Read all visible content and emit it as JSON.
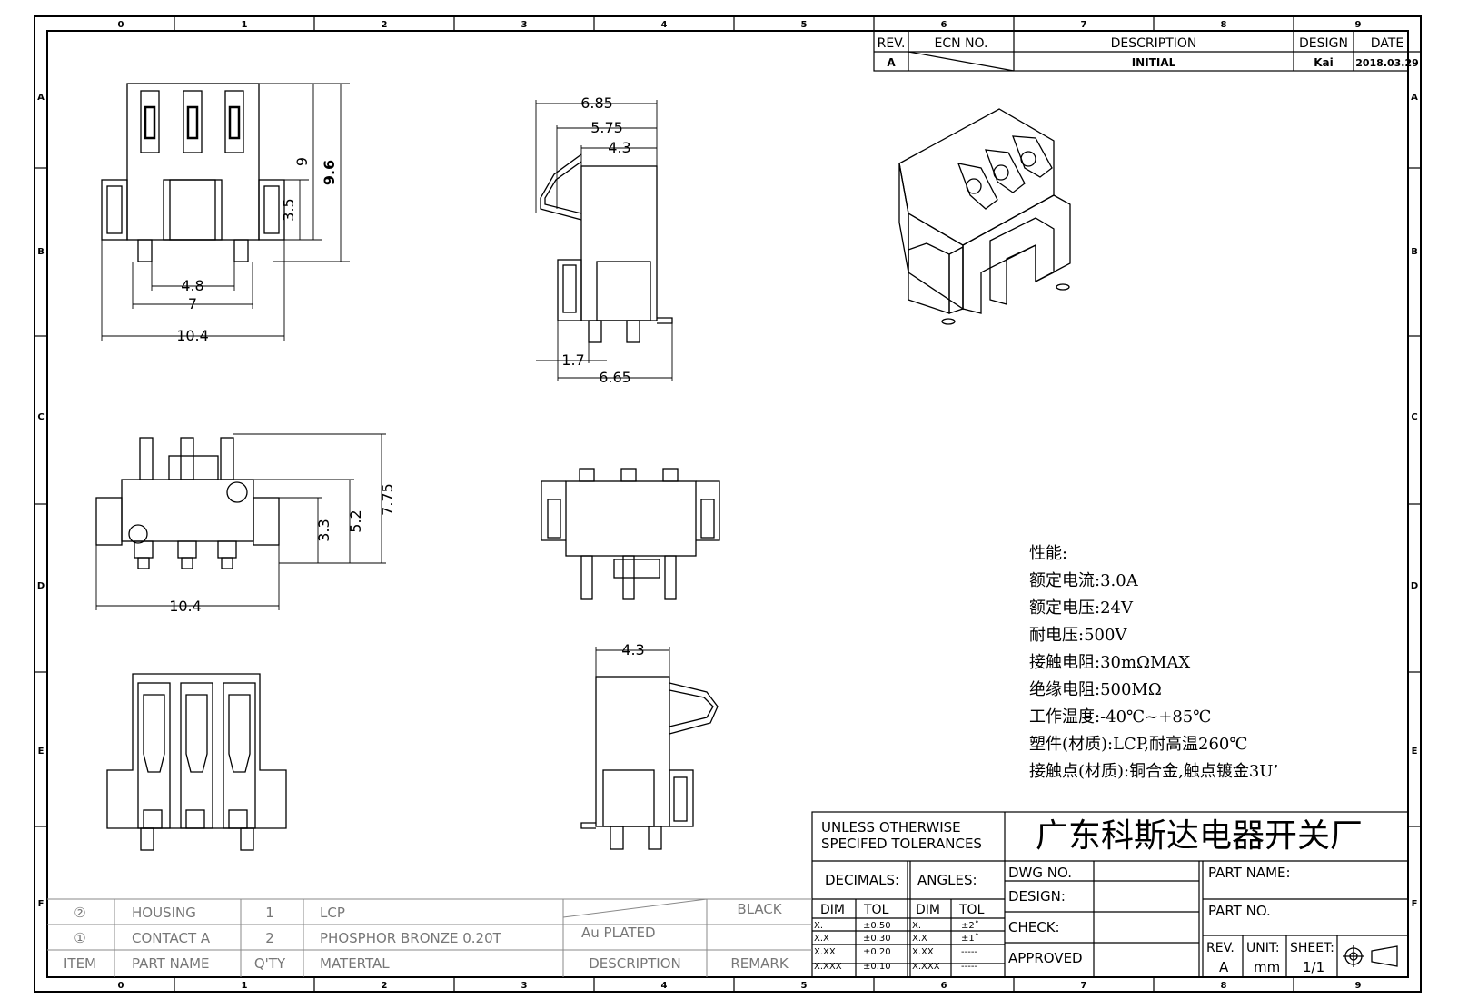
{
  "title_block": {
    "company": "广东科斯达电器开关厂",
    "unless": "UNLESS OTHERWISE",
    "specified": "SPECIFED TOLERANCES",
    "decimals": "DECIMALS:",
    "angles": "ANGLES:",
    "dim": "DIM",
    "tol": "TOL",
    "dec_rows": [
      [
        "X.",
        "±0.50"
      ],
      [
        "X.X",
        "±0.30"
      ],
      [
        "X.XX",
        "±0.20"
      ],
      [
        "X.XXX",
        "±0.10"
      ]
    ],
    "ang_rows": [
      [
        "X.",
        "±2˚"
      ],
      [
        "X.X",
        "±1˚"
      ],
      [
        "X.XX",
        "-----"
      ],
      [
        "X.XXX",
        "-----"
      ]
    ],
    "dwg_no": "DWG NO.",
    "design": "DESIGN:",
    "check": "CHECK:",
    "approved": "APPROVED",
    "part_name": "PART NAME:",
    "part_no": "PART NO.",
    "rev_label": "REV.",
    "rev_value": "A",
    "unit_label": "UNIT:",
    "unit_value": "mm",
    "sheet_label": "SHEET:",
    "sheet_value": "1/1"
  },
  "revision_block": {
    "headers": [
      "REV.",
      "ECN NO.",
      "DESCRIPTION",
      "DESIGN",
      "DATE"
    ],
    "row": [
      "A",
      "",
      "INITIAL",
      "Kai",
      "2018.03.29"
    ]
  },
  "bom": {
    "rows": [
      {
        "item": "②",
        "part": "HOUSING",
        "qty": "1",
        "material": "LCP",
        "desc": "",
        "remark": "BLACK"
      },
      {
        "item": "①",
        "part": "CONTACT A",
        "qty": "2",
        "material": "PHOSPHOR BRONZE 0.20T",
        "desc": "Au PLATED",
        "remark": ""
      }
    ],
    "header": {
      "item": "ITEM",
      "part": "PART NAME",
      "qty": "Q'TY",
      "material": "MATERTAL",
      "desc": "DESCRIPTION",
      "remark": "REMARK"
    }
  },
  "specs": [
    "性能:",
    "额定电流:3.0A",
    "额定电压:24V",
    "耐电压:500V",
    "接触电阻:30mΩMAX",
    "绝缘电阻:500MΩ",
    "工作温度:-40℃~+85℃",
    "塑件(材质):LCP,耐高温260℃",
    "接触点(材质):铜合金,触点镀金3U’"
  ],
  "zones": {
    "cols_top": [
      "0",
      "1",
      "2",
      "3",
      "4",
      "5",
      "6",
      "7",
      "8",
      "9"
    ],
    "cols_bottom": [
      "0",
      "1",
      "2",
      "3",
      "4",
      "5",
      "6",
      "7",
      "8",
      "9"
    ],
    "rows": [
      "A",
      "B",
      "C",
      "D",
      "E",
      "F"
    ]
  },
  "dimensions": {
    "top_view": [
      "9",
      "9.6",
      "3.5",
      "4.8",
      "7",
      "10.4"
    ],
    "side_view": [
      "6.85",
      "5.75",
      "4.3",
      "1.7",
      "6.65"
    ],
    "front_view": [
      "7.75",
      "5.2",
      "3.3",
      "10.4"
    ],
    "bottom_side": [
      "4.3"
    ]
  }
}
